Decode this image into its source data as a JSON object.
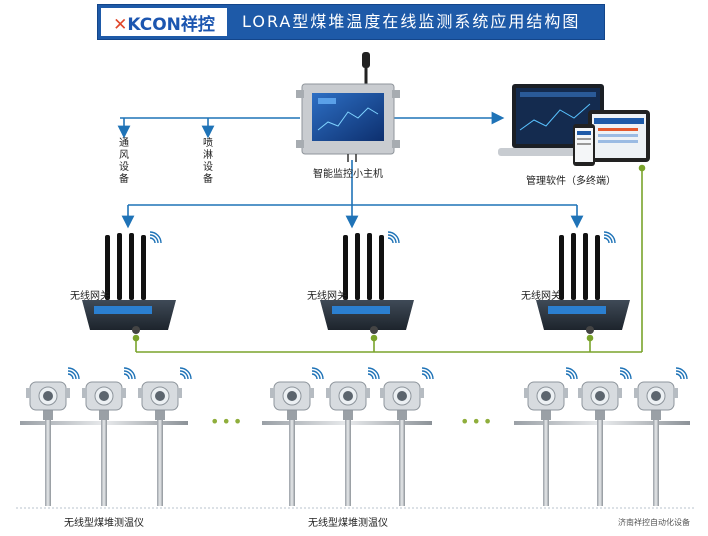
{
  "header": {
    "logo_text": "KCON祥控",
    "title": "LORA型煤堆温度在线监测系统应用结构图"
  },
  "host": {
    "label": "智能监控小主机"
  },
  "devices": {
    "ventilation": "通风设备",
    "spray": "喷淋设备"
  },
  "software": {
    "label": "管理软件（多终端）"
  },
  "gateways": [
    {
      "label": "无线网关"
    },
    {
      "label": "无线网关"
    },
    {
      "label": "无线网关"
    }
  ],
  "sensor_groups": [
    {
      "label": "无线型煤堆测温仪"
    },
    {
      "label": "无线型煤堆测温仪"
    }
  ],
  "ellipsis": "•••",
  "footer": "济南祥控自动化设备",
  "colors": {
    "title_bg": "#1e5aa8",
    "blue_line": "#1f73b7",
    "green_line": "#7aa32b"
  }
}
